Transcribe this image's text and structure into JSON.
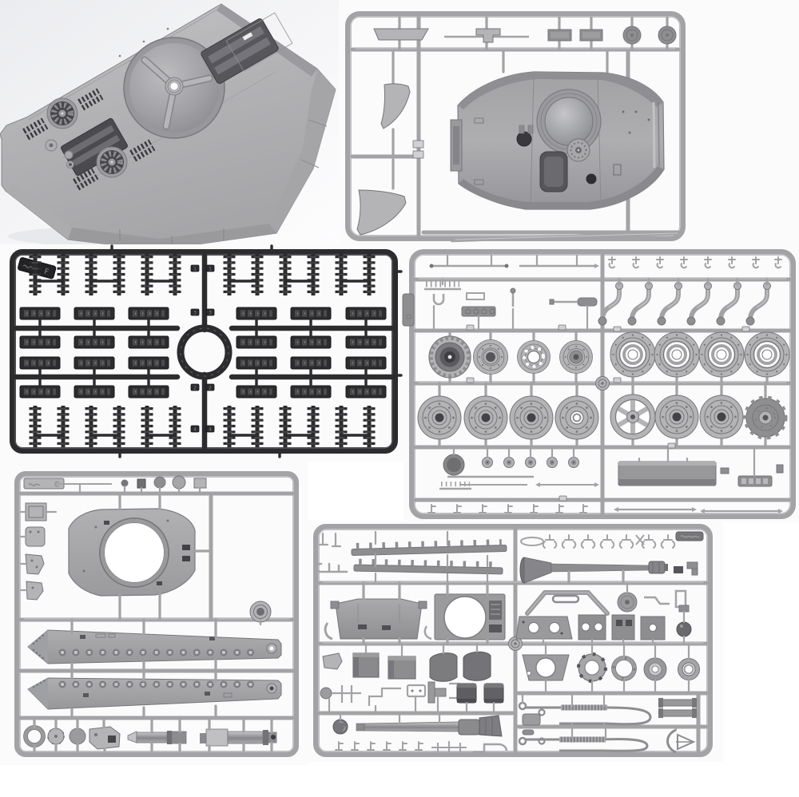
{
  "image": {
    "kind": "photo-collage",
    "subject": "Injection-moulded plastic model kit sprues and a loose hull casting for a heavy tank model kit, photographed on a white background",
    "panels_visible": 6
  },
  "palette": {
    "bg": "#ffffff",
    "pbg": "#eff0f3",
    "pbg2": "#fbfbfc",
    "pl": "#b4b4b6",
    "plh": "#d1d1d4",
    "pm": "#a3a3a6",
    "pd": "#8e8e91",
    "pe": "#76767a",
    "dd": "#56565a",
    "do": "#3f3f43",
    "k1": "#2c2c2e",
    "k2": "#4b4b4e",
    "k3": "#17171a",
    "k4": "#85858a"
  },
  "palette_roles": {
    "bg": "page background",
    "pbg": "photo background grey corner",
    "pbg2": "photo background near white",
    "pl": "light grey styrene base",
    "plh": "styrene highlight",
    "pm": "runner and rod grey",
    "pd": "shaded styrene",
    "pe": "styrene edge line",
    "dd": "dark detail grey",
    "do": "opening shadow",
    "k1": "dark track-sprue styrene",
    "k2": "dark styrene lit face",
    "k3": "dark styrene deep shadow",
    "k4": "dark styrene sheen"
  },
  "panels": {
    "hull_photo": {
      "description": "Upper hull casting with round turret-ring opening and Y brace, two cooling-fan grilles, louvred vents and two rectangular engine-deck openings, lying loose at an angle"
    },
    "turret_sprue": {
      "description": "Sprue with turret roof shell (cupola ring, hatch opening, fan cover), two curved fender wedges, small boxes, discs and a long thin rod"
    },
    "track_sprue": {
      "letter": "F",
      "slot_numbers": [
        "1",
        "3",
        "2",
        "4"
      ],
      "description": "Dark grey sprue of individual track links: toothed end runs top and bottom, straight link sections in rows around a round centre opening"
    },
    "wheel_sprue": {
      "letter": "D",
      "description": "Sprue with road wheels, rim rings, spoked idler, drive sprockets, swing arms, caps, thin rods and a flat panel"
    },
    "hull_panels_sprue": {
      "letter": "C",
      "description": "Sprue with turret shell casting, small brackets, two long hull side panels with axle bosses, wheel discs and two-part gun barrel sections"
    },
    "fittings_sprue": {
      "description": "Sprue with gun barrel and muzzle brake, serrated fender strips, hatch plates, rings, exhaust covers, tow cables and many small fittings"
    }
  }
}
